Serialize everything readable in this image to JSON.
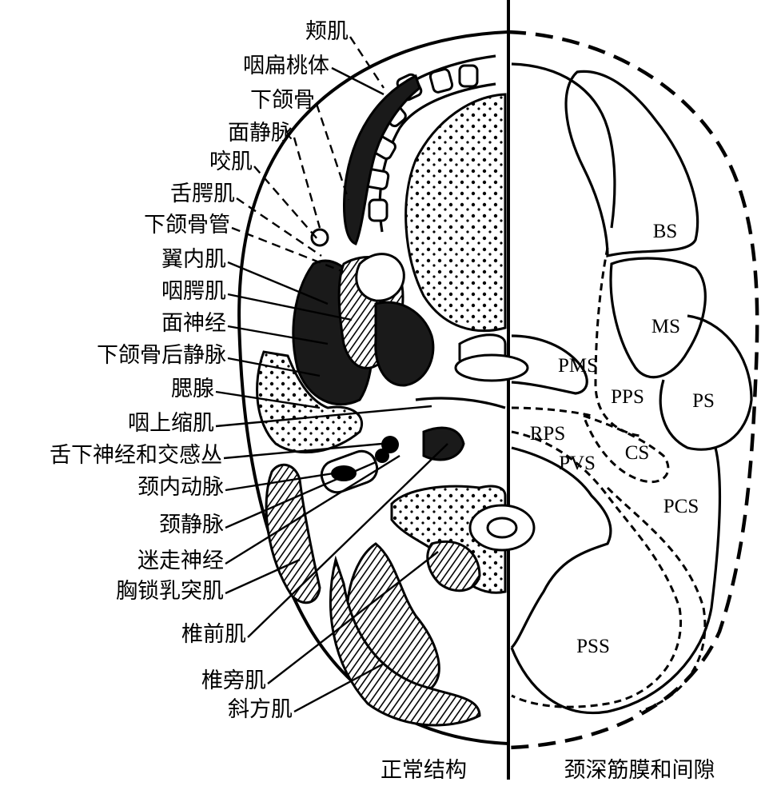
{
  "left_title": "正常结构",
  "right_title": "颈深筋膜和间隙",
  "structures": [
    "颊肌",
    "咽扁桃体",
    "下颌骨",
    "面静脉",
    "咬肌",
    "舌腭肌",
    "下颌骨管",
    "翼内肌",
    "咽腭肌",
    "面神经",
    "下颌骨后静脉",
    "腮腺",
    "咽上缩肌",
    "舌下神经和交感丛",
    "颈内动脉",
    "颈静脉",
    "迷走神经",
    "胸锁乳突肌",
    "椎前肌",
    "椎旁肌",
    "斜方肌"
  ],
  "spaces": {
    "bs": "BS",
    "ms": "MS",
    "pms": "PMS",
    "ps": "PS",
    "pps": "PPS",
    "rps": "RPS",
    "cs": "CS",
    "pvs": "PVS",
    "pcs": "PCS",
    "pss": "PSS"
  }
}
